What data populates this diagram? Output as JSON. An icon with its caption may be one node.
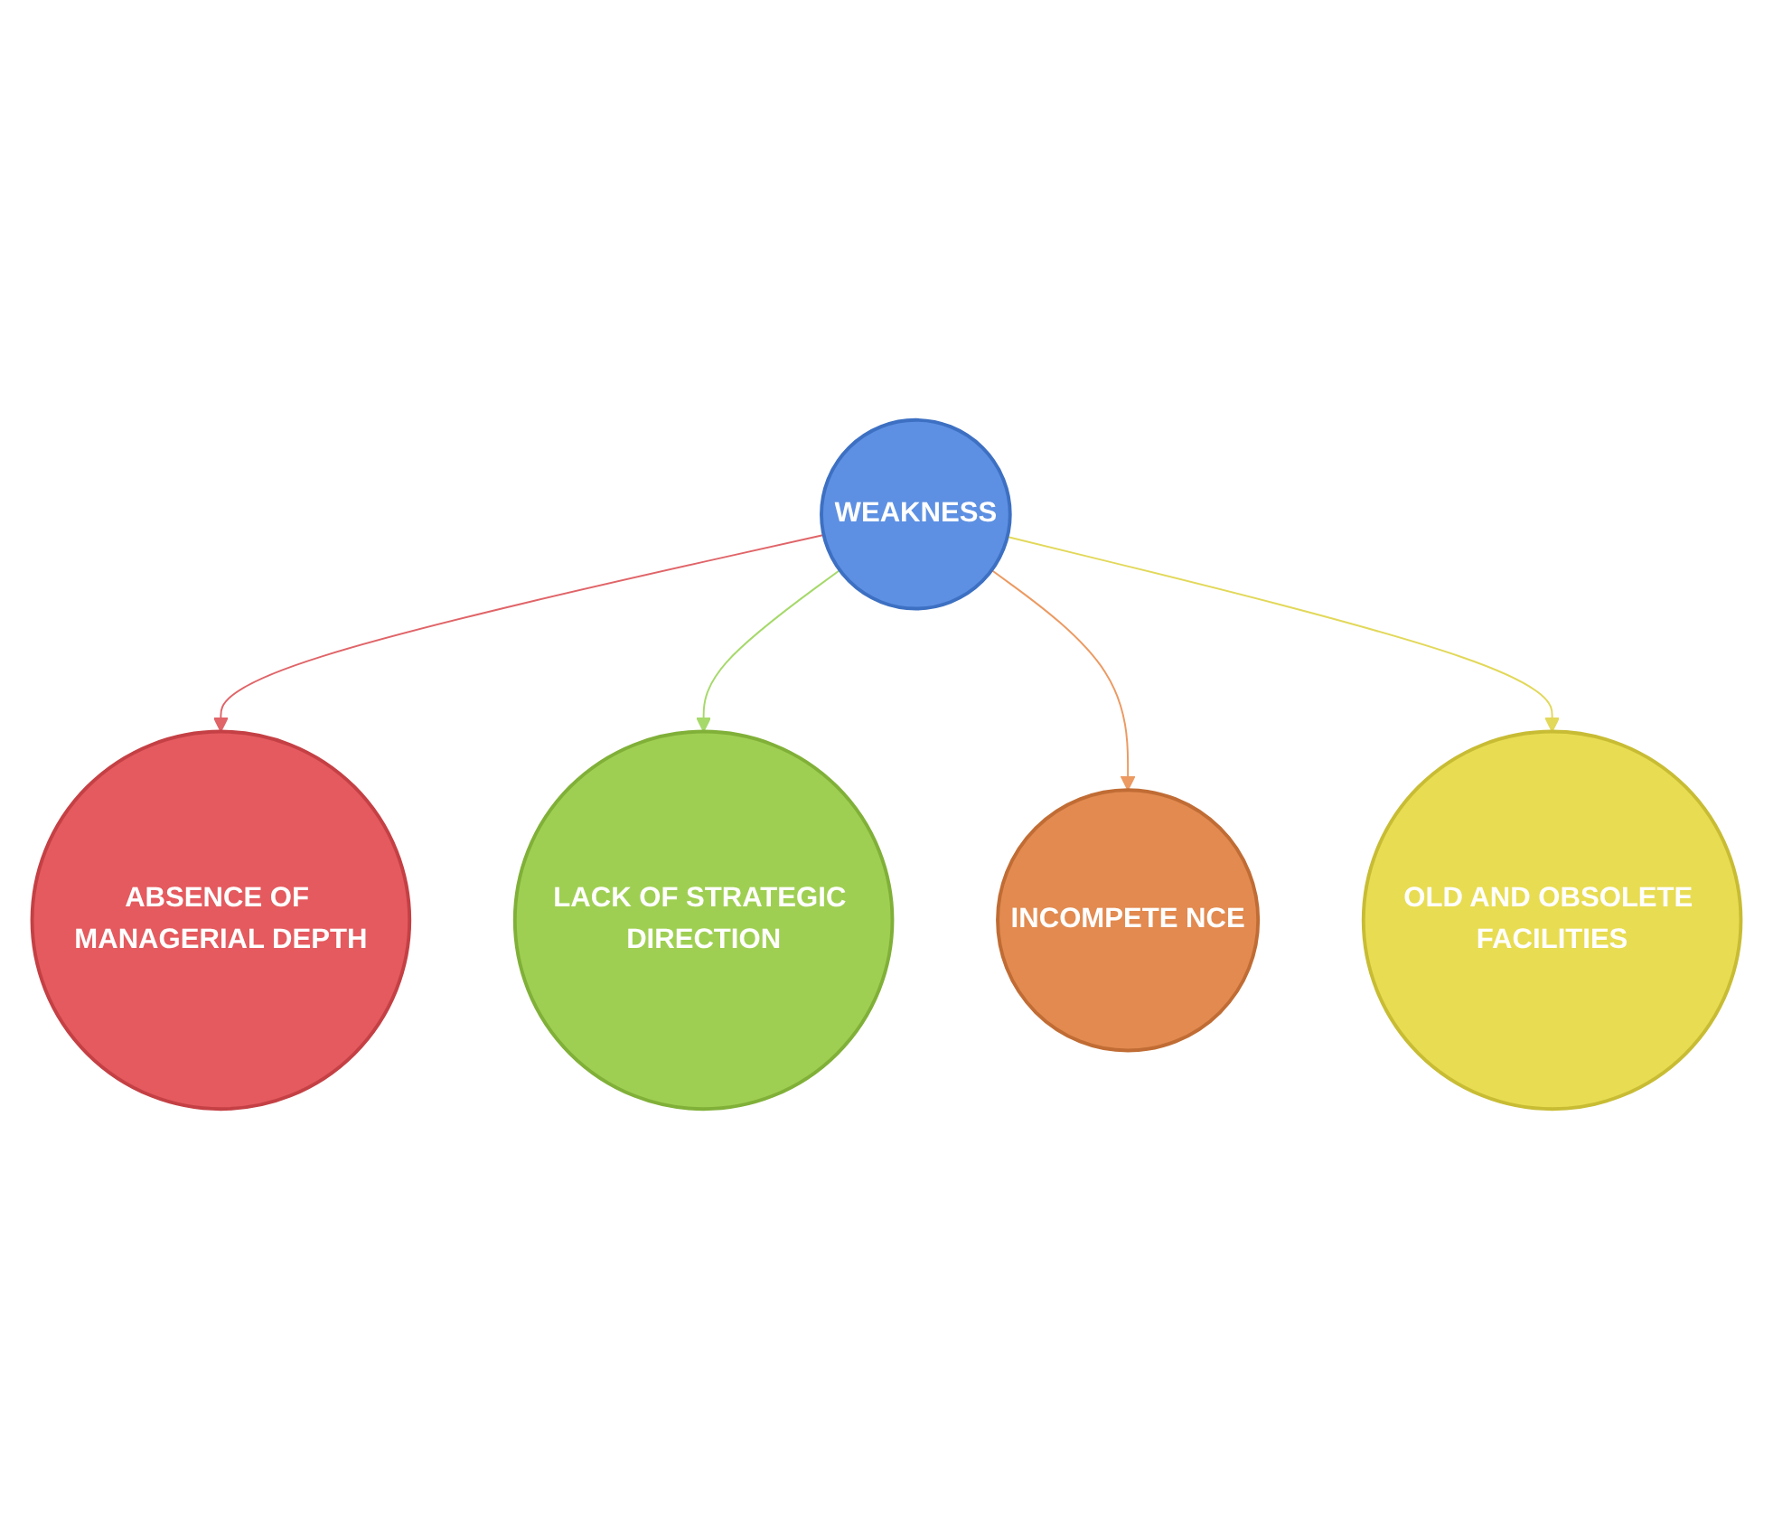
{
  "diagram": {
    "nodes": [
      {
        "text": [
          "ABSENCE OF MANAGERIAL DEPTH"
        ]
      },
      {
        "text": [
          "LACK OF STRATEGIC DIRECTION"
        ]
      },
      {
        "text": [
          "WEAKNESS"
        ]
      },
      {
        "text": [
          "INCOMPETE NCE"
        ]
      },
      {
        "text": [
          "OLD AND OBSOLETE FACILITIES"
        ]
      }
    ],
    "edges": [
      {
        "from": 2,
        "to": 0,
        "arrow": "to",
        "color": "#e06468"
      },
      {
        "from": 2,
        "to": 1,
        "arrow": "to",
        "color": "#a6d96a"
      },
      {
        "from": 2,
        "to": 3,
        "arrow": "to",
        "color": "#ec9a62"
      },
      {
        "from": 2,
        "to": 4,
        "arrow": "to",
        "color": "#e2d85a"
      }
    ]
  }
}
